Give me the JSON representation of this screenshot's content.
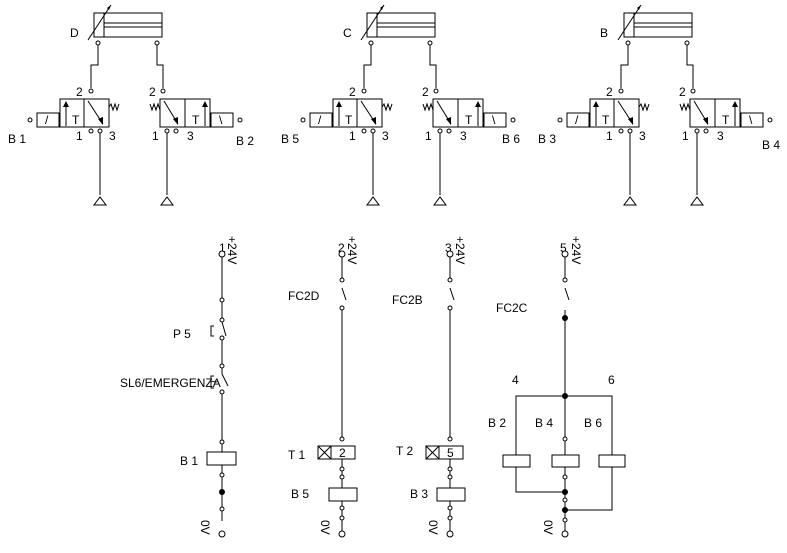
{
  "pneumatic": {
    "cylinders": [
      "D",
      "C",
      "B"
    ],
    "ports": [
      "2",
      "1",
      "3"
    ],
    "solenoids": [
      "B 1",
      "B 2",
      "B 5",
      "B 6",
      "B 3",
      "B 4"
    ]
  },
  "electrical": {
    "supply_label": "+24V",
    "ground_label": "0V",
    "line_numbers": [
      "1",
      "2",
      "3",
      "5"
    ],
    "contacts": {
      "p5": "P 5",
      "emergency": "SL6/EMERGENZA",
      "fc2d": "FC2D",
      "fc2b": "FC2B",
      "fc2c": "FC2C"
    },
    "timers": {
      "t1": "T 1",
      "t1_value": "2",
      "t2": "T 2",
      "t2_value": "5"
    },
    "coils": {
      "b1": "B 1",
      "b5": "B 5",
      "b3": "B 3",
      "b2": "B 2",
      "b4": "B 4",
      "b6": "B 6"
    },
    "nodes": [
      "4",
      "6"
    ]
  }
}
